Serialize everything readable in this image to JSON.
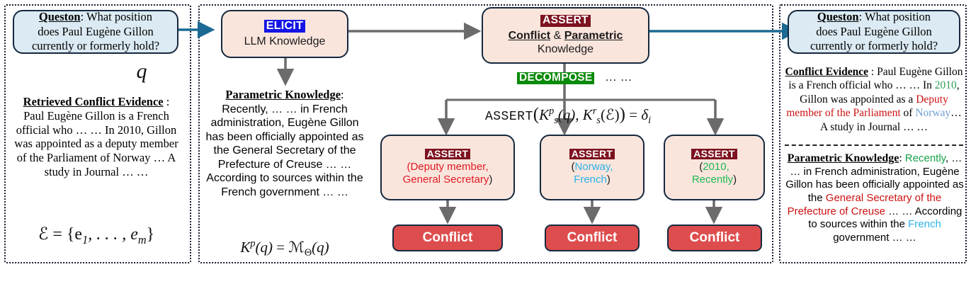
{
  "diagram": {
    "title": "ASSERT conflict-detection pipeline",
    "colors": {
      "elicit_tag_bg": "#1414e6",
      "assert_tag_bg": "#7d1220",
      "decompose_tag_bg": "#0a8a0a",
      "conflict_box_bg": "#de4d4d",
      "question_box_bg": "#dbeaf3",
      "process_box_bg": "#fae5dc",
      "box_border": "#15293f",
      "teal_arrow": "#1c6a93",
      "gray_arrow": "#6b6b6b",
      "red_text": "#e01b24",
      "green_text": "#1db954",
      "blue_text": "#2bb3e8"
    }
  },
  "left_panel": {
    "question_box": {
      "label": "Queston",
      "separator": ":",
      "line1": " What position",
      "line2": "does Paul Eugène Gillon",
      "line3": "currently or formerly hold?"
    },
    "q_symbol": "q",
    "evidence": {
      "heading": "Retrieved Conflict Evidence",
      "separator": " :",
      "body": "Paul Eugène Gillon is a French official who … … In 2010, Gillon was appointed as a deputy member of the Parliament of Norway … A study in Journal … …"
    },
    "evidence_formula": {
      "lhs": "ℰ",
      "eq": " = ",
      "rhs": "{e",
      "sub1": "1",
      "mid": ", . . . , e",
      "sub2": "m",
      "close": "}"
    }
  },
  "center_panel": {
    "elicit_box": {
      "tag": "ELICIT",
      "line": "LLM Knowledge"
    },
    "parametric": {
      "heading": "Parametric Knowledge",
      "separator": ":",
      "body": "Recently, … … in French administration, Eugène Gillon has been officially appointed as the General Secretary of the Prefecture of Creuse … … According to sources within the French government … …"
    },
    "parametric_formula": {
      "k": "K",
      "sup": "p",
      "arg": "(q)",
      "eq": " = ",
      "m": "ℳ",
      "msub": "Θ",
      "marg": "(q)"
    },
    "assert_box": {
      "tag": "ASSERT",
      "line1_a": "Conflict",
      "line1_amp": " & ",
      "line1_b": "Parametric",
      "line2": "Knowledge"
    },
    "decompose": {
      "tag": "DECOMPOSE",
      "ellipsis": "… …"
    },
    "assert_formula": {
      "fn": "ASSERT",
      "open": "(",
      "k1": "K",
      "k1sup": "p",
      "k1sub": "s",
      "k1arg": "(q)",
      "comma": ", ",
      "k2": "K",
      "k2sup": "r",
      "k2sub": "s",
      "k2arg": "(ℰ)",
      "close": ")",
      "eq": " = ",
      "delta": "δ",
      "deltasub": "i"
    },
    "assert_cards": [
      {
        "tag": "ASSERT",
        "open": "(",
        "first": "Deputy member,",
        "second": "General Secretary",
        "close": ")",
        "color": "red",
        "result": "Conflict"
      },
      {
        "tag": "ASSERT",
        "open": "(",
        "first": "Norway,",
        "second": "French",
        "close": ")",
        "color": "blue",
        "result": "Conflict"
      },
      {
        "tag": "ASSERT",
        "open": "(",
        "first": "2010,",
        "second": "Recently",
        "close": ")",
        "color": "green",
        "result": "Conflict"
      }
    ]
  },
  "right_panel": {
    "question_box": {
      "label": "Queston",
      "separator": ":",
      "line1": " What position",
      "line2": "does Paul Eugène Gillon",
      "line3": "currently or formerly hold?"
    },
    "conflict_evidence": {
      "heading": "Conflict Evidence",
      "separator": " : ",
      "seg1": "Paul Eugène Gillon is a French official who … … In ",
      "hl_year": "2010",
      "seg2": ", Gillon was appointed as a ",
      "hl_role": "Deputy member of the Parliament",
      "seg3": " of ",
      "hl_country": "Norway",
      "seg4": "… A study in Journal … …"
    },
    "parametric_knowledge": {
      "heading": "Parametric Knowledge",
      "separator": ": ",
      "hl_recently": "Recently",
      "seg1": ", … … in French administration, Eugène Gillon has been officially appointed as the ",
      "hl_role": "General Secretary of the Prefecture of Creuse",
      "seg2": " … … According to sources within the ",
      "hl_french": "French",
      "seg3": " government … …"
    }
  }
}
